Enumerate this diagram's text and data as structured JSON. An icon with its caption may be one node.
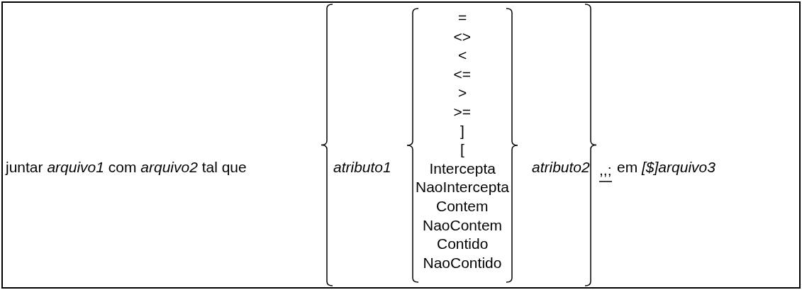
{
  "diagram": {
    "labels": [
      "juntar *arquivo1* com *arquivo2* tal que",
      "atributo1",
      "=",
      "<>",
      "<",
      "<=",
      ">",
      ">=",
      "]",
      "[",
      "Intercepta",
      "NaoIntercepta",
      "Contem",
      "NaoContem",
      "Contido",
      "NaoContido",
      "atributo2",
      ",,;",
      "em *[$]arquivo3*"
    ]
  }
}
